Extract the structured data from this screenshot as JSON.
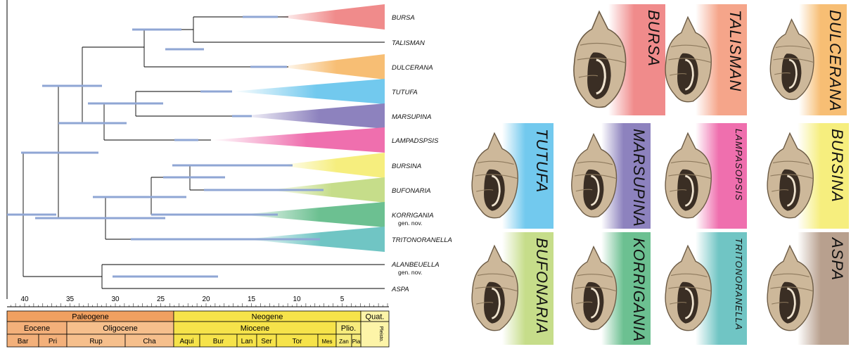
{
  "taxa": [
    {
      "name": "BURSA",
      "sub": "",
      "color": "#f08b8b"
    },
    {
      "name": "TALISMAN",
      "sub": "",
      "color": null
    },
    {
      "name": "DULCERANA",
      "sub": "",
      "color": "#f7be74"
    },
    {
      "name": "TUTUFA",
      "sub": "",
      "color": "#72c9ee"
    },
    {
      "name": "MARSUPINA",
      "sub": "",
      "color": "#8d82be"
    },
    {
      "name": "LAMPADSPSIS",
      "sub": "",
      "color": "#ef6fae"
    },
    {
      "name": "BURSINA",
      "sub": "",
      "color": "#f6ee7e"
    },
    {
      "name": "BUFONARIA",
      "sub": "",
      "color": "#c6dd8a"
    },
    {
      "name": "KORRIGANIA",
      "sub": "gen. nov.",
      "color": "#6cc091"
    },
    {
      "name": "TRITONORANELLA",
      "sub": "",
      "color": "#70c5c4"
    },
    {
      "name": "ALANBEUELLA",
      "sub": "gen. nov.",
      "color": null
    },
    {
      "name": "ASPA",
      "sub": "",
      "color": null
    }
  ],
  "axis_ticks": [
    "40",
    "35",
    "30",
    "25",
    "20",
    "15",
    "10",
    "5"
  ],
  "timescale": {
    "periods": [
      {
        "label": "Paleogene",
        "color": "#f0a060"
      },
      {
        "label": "Neogene",
        "color": "#f6e34a"
      },
      {
        "label": "Quat.",
        "color": "#fdf4a8"
      }
    ],
    "epochs": [
      {
        "label": "Eocene",
        "color": "#f3b07a"
      },
      {
        "label": "Oligocene",
        "color": "#f6bf8c"
      },
      {
        "label": "Miocene",
        "color": "#f6e34a"
      },
      {
        "label": "Plio.",
        "color": "#f7ec7c"
      },
      {
        "label": "Pleisto.",
        "color": "#fdf4a8"
      }
    ],
    "stages": [
      "Bar",
      "Pri",
      "Rup",
      "Cha",
      "Aqui",
      "Bur",
      "Lan",
      "Ser",
      "Tor",
      "Mes",
      "Zan",
      "Pia"
    ]
  },
  "panels": [
    {
      "label": "BURSA",
      "color": "#f08b8b"
    },
    {
      "label": "TALISMAN",
      "color": "#f5a58a"
    },
    {
      "label": "DULCERANA",
      "color": "#f7be74"
    },
    {
      "label": "TUTUFA",
      "color": "#72c9ee"
    },
    {
      "label": "MARSUPINA",
      "color": "#8d82be"
    },
    {
      "label": "LAMPASOPSIS",
      "color": "#ef6fae"
    },
    {
      "label": "BURSINA",
      "color": "#f6ee7e"
    },
    {
      "label": "BUFONARIA",
      "color": "#c6dd8a"
    },
    {
      "label": "KORRIGANIA",
      "color": "#6cc091"
    },
    {
      "label": "TRITONORANELLA",
      "color": "#70c5c4"
    },
    {
      "label": "ASPA",
      "color": "#b8a08e"
    }
  ]
}
